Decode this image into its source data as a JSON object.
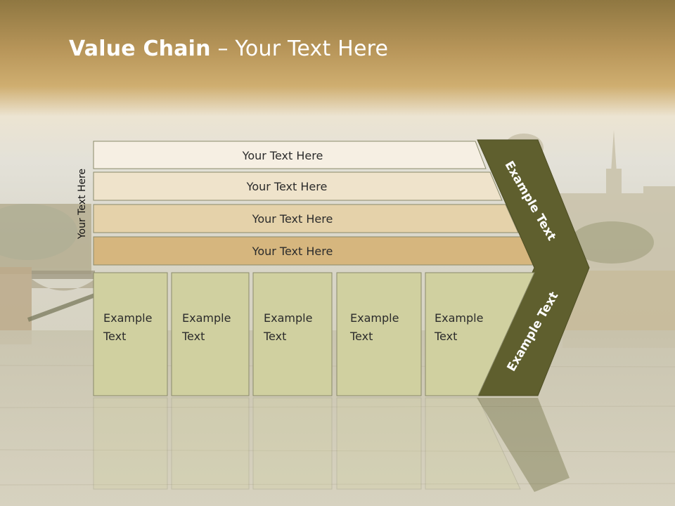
{
  "slide": {
    "title_bold": "Value Chain",
    "title_rest": " – Your Text Here",
    "side_label": "Your Text Here",
    "rows": [
      {
        "label": "Your Text Here"
      },
      {
        "label": "Your Text Here"
      },
      {
        "label": "Your Text Here"
      },
      {
        "label": "Your Text Here"
      }
    ],
    "boxes": [
      {
        "label": "Example\nText"
      },
      {
        "label": "Example\nText"
      },
      {
        "label": "Example\nText"
      },
      {
        "label": "Example\nText"
      },
      {
        "label": "Example\nText"
      }
    ],
    "chevron_top_label": "Example Text",
    "chevron_bottom_label": "Example Text"
  },
  "colors": {
    "header_gold": "#b8965a",
    "chevron_dark": "#5f5f2e",
    "box_green": "#d0d0a0",
    "row_1": "#f6efe3",
    "row_2": "#efe3cb",
    "row_3": "#e5d2aa",
    "row_4": "#d6b67e"
  }
}
